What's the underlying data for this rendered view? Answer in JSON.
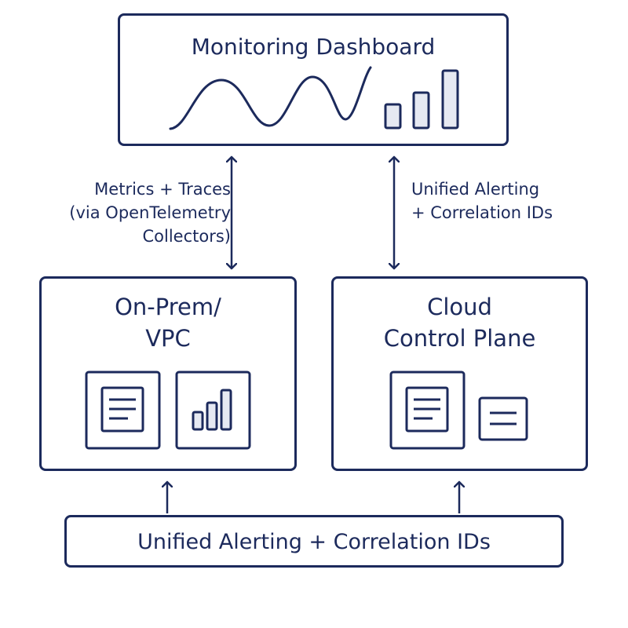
{
  "dashboard": {
    "title": "Monitoring Dashboard",
    "icons": [
      "wave-chart-icon",
      "bar-chart-icon"
    ]
  },
  "onprem": {
    "title_line1": "On-Prem/",
    "title_line2": "VPC",
    "icons": [
      "document-icon",
      "bar-chart-icon"
    ]
  },
  "cloud": {
    "title_line1": "Cloud",
    "title_line2": "Control Plane",
    "icons": [
      "document-icon",
      "form-icon"
    ]
  },
  "edges": {
    "left_label": [
      "Metrics + Traces",
      "(via OpenTelemetry",
      "Collectors)"
    ],
    "right_label": [
      "Unified Alerting",
      "+ Correlation IDs"
    ]
  },
  "alerting": {
    "label": "Unified Alerting + Correlation IDs"
  },
  "colors": {
    "stroke": "#1c2a5c",
    "bar_fill": "#e6e9f2",
    "background": "#ffffff"
  }
}
